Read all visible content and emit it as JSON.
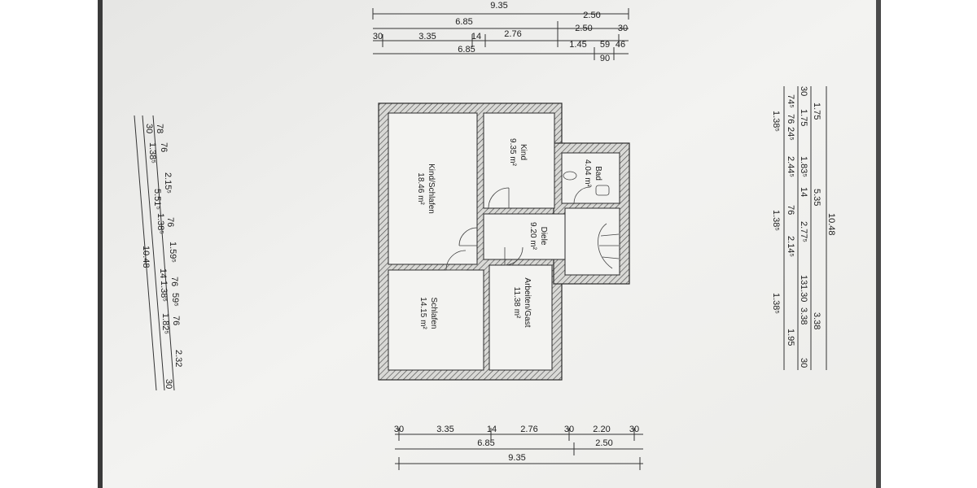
{
  "colors": {
    "background": "#ffffff",
    "paper": "#f1f1ef",
    "ink": "#1c1c1c",
    "shadow_edge": "#2b2b2b"
  },
  "top_dims": {
    "total": "9.35",
    "row1": [
      "6.85",
      "2.50"
    ],
    "row2": [
      "30",
      "3.35",
      "14",
      "2.76",
      "2.50",
      "30"
    ],
    "row3": [
      "6.85",
      "1.45",
      "59",
      "46"
    ],
    "row4": [
      "90"
    ]
  },
  "bottom_dims": {
    "row1": [
      "30",
      "3.35",
      "14",
      "2.76",
      "30",
      "2.20",
      "30"
    ],
    "row2": [
      "6.85",
      "2.50"
    ],
    "total": "9.35"
  },
  "rooms": [
    {
      "name": "Kind/Schlafen",
      "area": "18.46 m²"
    },
    {
      "name": "Kind",
      "area": "9.35 m²"
    },
    {
      "name": "Bad",
      "area": "4.04 m²"
    },
    {
      "name": "Diele",
      "area": "9.20 m²"
    },
    {
      "name": "Schlafen",
      "area": "14.15 m²"
    },
    {
      "name": "Arbeiten/Gast",
      "area": "11.38 m²"
    }
  ],
  "left_dims": {
    "row1": [
      "30",
      "78",
      "76"
    ],
    "row2": [
      "1.38⁵",
      "2.15⁵",
      "76",
      "1.59⁵",
      "76",
      "59⁵",
      "76",
      "2.32"
    ],
    "row3": [
      "5.51⁵",
      "1.38⁵",
      "14",
      "1.38⁵",
      "1.82⁵",
      "30"
    ],
    "total": "10.48"
  },
  "right_dims": {
    "total": "10.48",
    "row1": [
      "1.75",
      "5.35",
      "3.38"
    ],
    "row2": [
      "30",
      "1.75",
      "1.83⁵",
      "14",
      "2.77⁵",
      "13",
      "1.30",
      "3.38",
      "30"
    ],
    "row3": [
      "74⁵",
      "76",
      "24⁵",
      "2.44⁵",
      "76",
      "2.14⁵",
      "1.95"
    ],
    "row4": [
      "1.38⁵",
      "1.38⁵",
      "1.38⁵"
    ]
  }
}
